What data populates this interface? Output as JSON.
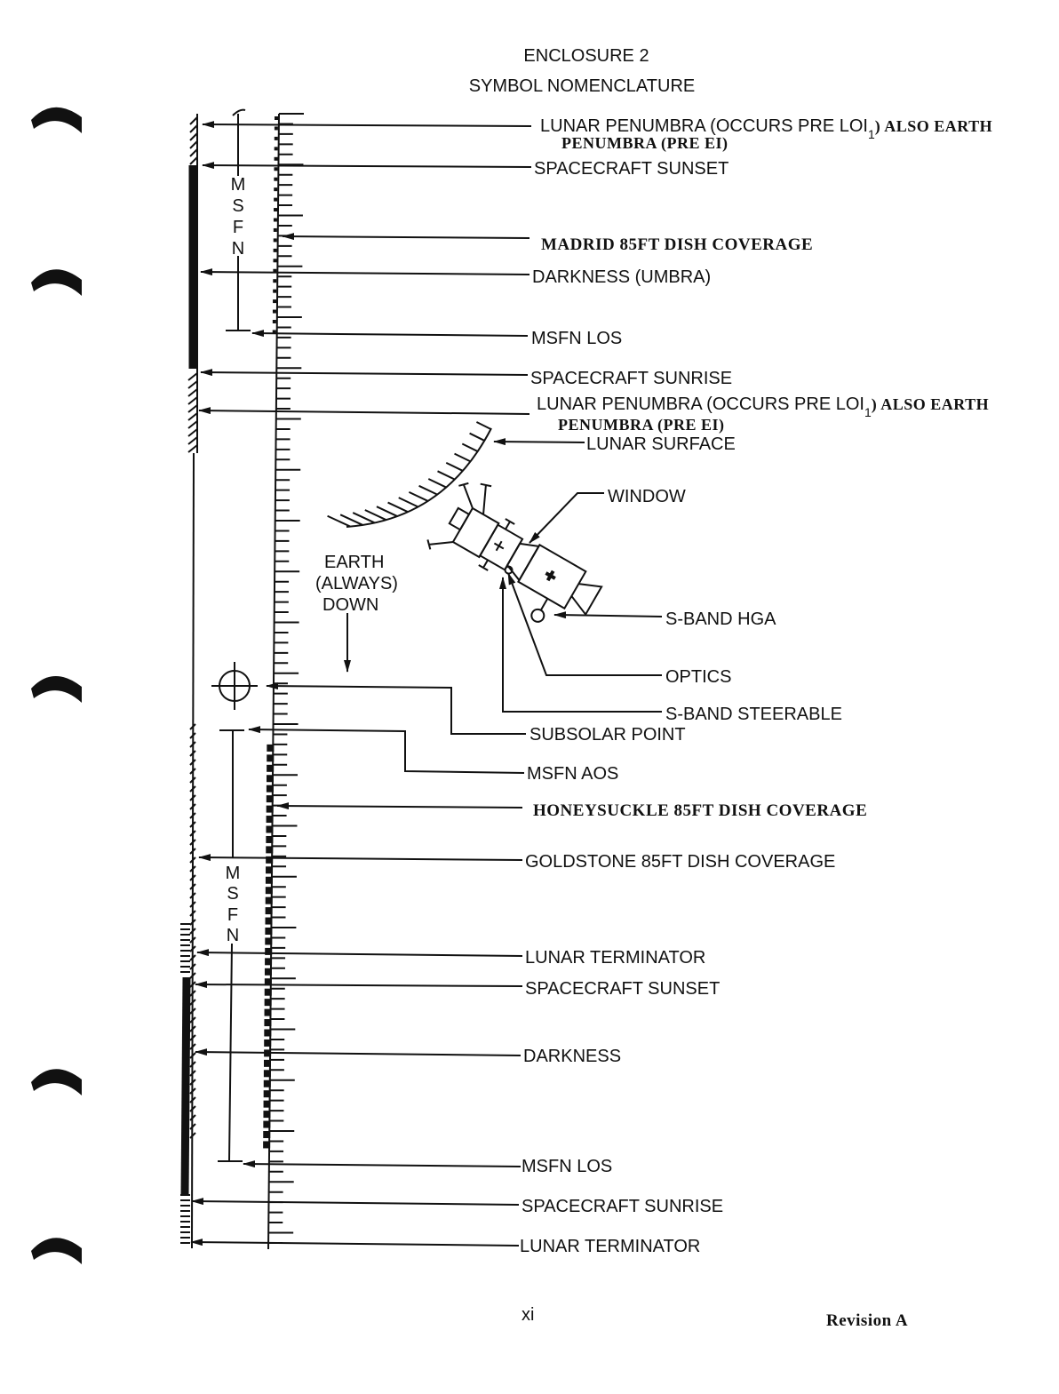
{
  "header": {
    "enclosure": "ENCLOSURE 2",
    "title": "SYMBOL NOMENCLATURE"
  },
  "labels": {
    "penumbra_top_a": "LUNAR PENUMBRA (OCCURS PRE LOI",
    "penumbra_sub": "1",
    "penumbra_top_b": ") ALSO EARTH",
    "penumbra_top_line2": "PENUMBRA (PRE EI)",
    "sc_sunset_1": "SPACECRAFT SUNSET",
    "madrid": "MADRID 85FT DISH COVERAGE",
    "darkness_umbra": "DARKNESS (UMBRA)",
    "msfn_los_1": "MSFN LOS",
    "sc_sunrise_1": "SPACECRAFT SUNRISE",
    "lunar_surface": "LUNAR SURFACE",
    "window": "WINDOW",
    "earth_1": "EARTH",
    "earth_2": "(ALWAYS)",
    "earth_3": "DOWN",
    "sband_hga": "S-BAND HGA",
    "optics": "OPTICS",
    "sband_steerable": "S-BAND STEERABLE",
    "subsolar": "SUBSOLAR POINT",
    "msfn_aos": "MSFN AOS",
    "honeysuckle": "HONEYSUCKLE 85FT DISH COVERAGE",
    "goldstone": "GOLDSTONE 85FT DISH COVERAGE",
    "terminator_1": "LUNAR TERMINATOR",
    "sc_sunset_2": "SPACECRAFT SUNSET",
    "darkness": "DARKNESS",
    "msfn_los_2": "MSFN LOS",
    "sc_sunrise_2": "SPACECRAFT SUNRISE",
    "terminator_2": "LUNAR TERMINATOR"
  },
  "msfn": [
    "M",
    "S",
    "F",
    "N"
  ],
  "footer": {
    "page": "xi",
    "revision": "Revision A"
  }
}
